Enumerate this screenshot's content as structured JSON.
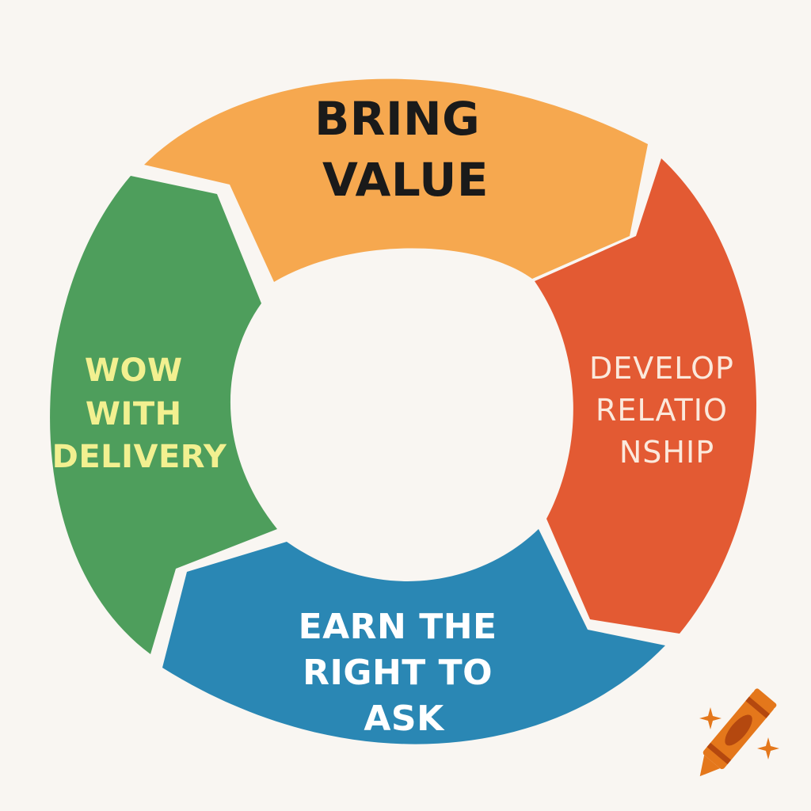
{
  "cycle": {
    "segments": [
      {
        "id": "top",
        "lines": [
          "BRING",
          "VALUE"
        ],
        "color": "#f6a84f",
        "text_color": "#1a1a1a"
      },
      {
        "id": "right",
        "lines": [
          "DEVELOP",
          "RELATIO",
          "NSHIP"
        ],
        "color": "#e35a33",
        "text_color": "#fbe9dc"
      },
      {
        "id": "bottom",
        "lines": [
          "EARN THE",
          "RIGHT TO",
          "ASK"
        ],
        "color": "#2a87b4",
        "text_color": "#ffffff"
      },
      {
        "id": "left",
        "lines": [
          "WOW",
          "WITH",
          "DELIVERY"
        ],
        "color": "#4e9e5c",
        "text_color": "#f2f090"
      }
    ],
    "center_color": "#f9f6f2"
  },
  "logo": {
    "icon": "crayon-icon",
    "body_color": "#e4771b",
    "band_color": "#b4480f",
    "sparkle_color": "#e4771b"
  }
}
